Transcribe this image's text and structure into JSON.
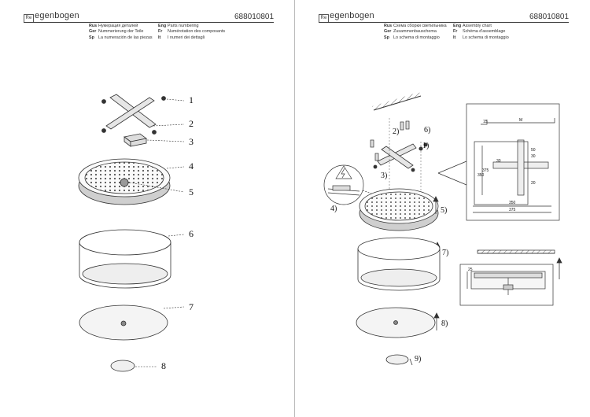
{
  "brand": "egenbogen",
  "brand_mark": "Re",
  "article_no": "688010801",
  "left_page": {
    "langs": [
      [
        {
          "k": "Rus",
          "v": "Нумерация деталей"
        },
        {
          "k": "Ger",
          "v": "Nummerierung der Teile"
        },
        {
          "k": "Sp",
          "v": "La numeración de las piezas"
        }
      ],
      [
        {
          "k": "Eng",
          "v": "Parts numbering"
        },
        {
          "k": "Fr",
          "v": "Numérotation des composants"
        },
        {
          "k": "It",
          "v": "I numeri dei dettagli"
        }
      ]
    ],
    "parts": [
      "1",
      "2",
      "3",
      "4",
      "5",
      "6",
      "7",
      "8"
    ]
  },
  "right_page": {
    "langs": [
      [
        {
          "k": "Rus",
          "v": "Схема сборки светильника"
        },
        {
          "k": "Ger",
          "v": "Zusammenbauschema"
        },
        {
          "k": "Sp",
          "v": "Lo schema di montaggio"
        }
      ],
      [
        {
          "k": "Eng",
          "v": "Assembly chart"
        },
        {
          "k": "Fr",
          "v": "Schéma d'assemblage"
        },
        {
          "k": "It",
          "v": "Lo schema di montaggio"
        }
      ]
    ],
    "steps": [
      "1)",
      "2)",
      "3)",
      "4)",
      "5)",
      "6)",
      "7)",
      "8)",
      "9)"
    ],
    "dims": {
      "d375": "375",
      "d350": "350",
      "d50": "50",
      "d30a": "30",
      "d30b": "30",
      "d20": "20",
      "d25": "25",
      "d15": "15",
      "dM": "M",
      "dh": "375",
      "dv": "350"
    }
  }
}
